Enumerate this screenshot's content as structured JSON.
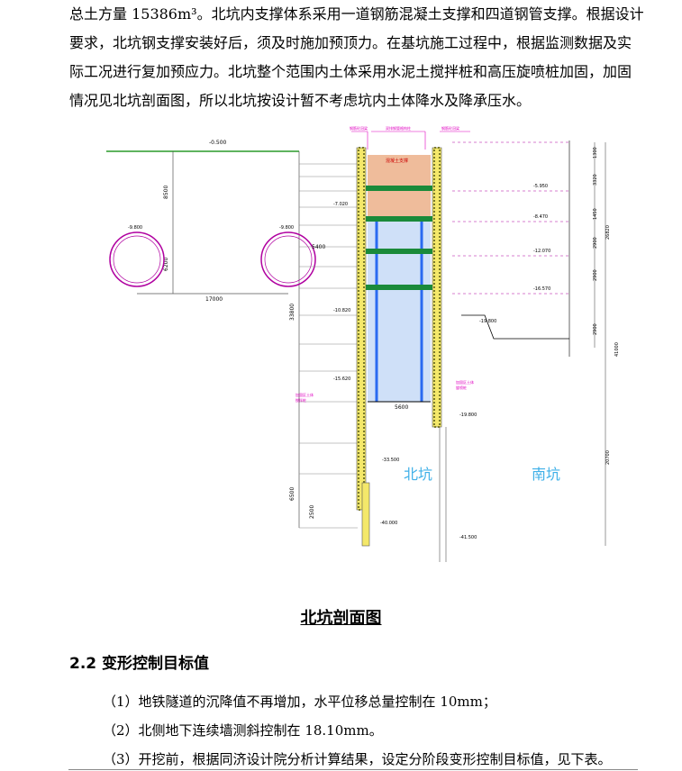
{
  "paragraph": {
    "lines": [
      "总土方量 15386m³。北坑内支撑体系采用一道钢筋混凝土支撑和四道钢管支撑。根据设计",
      "要求，北坑钢支撑安装好后，须及时施加预顶力。在基坑施工过程中，根据监测数据及实",
      "际工况进行复加预应力。北坑整个范围内土体采用水泥土搅拌桩和高压旋喷桩加固，加固",
      "情况见北坑剖面图，所以北坑按设计暂不考虑坑内土体降水及降承压水。"
    ]
  },
  "figure": {
    "labels": {
      "north_pit": "北坑",
      "south_pit": "南坑",
      "dim_17000": "17000",
      "dim_5400": "5400",
      "dim_5600": "5600",
      "dim_33800": "33800",
      "dim_6200": "6200",
      "dim_8500": "8500",
      "dim_6500": "6500",
      "dim_2500": "2500",
      "dim_26820": "26820",
      "dim_20700": "20700",
      "dim_41000": "41000",
      "elev_top": "-0.500",
      "elev_left_tunnel1": "-9.800",
      "elev_left_tunnel2": "-9.800",
      "elev_1": "-7.020",
      "elev_2": "-10.820",
      "elev_3": "-15.620",
      "elev_4": "-19.800",
      "elev_5": "-33.500",
      "elev_6": "-40.000",
      "elev_7": "-41.500",
      "right_dims": [
        "1300",
        "3320",
        "1450",
        "2900",
        "2900",
        "2900"
      ],
      "right_elevs": [
        "-5.950",
        "-8.470",
        "-12.070",
        "-16.570",
        "-19.800"
      ]
    }
  },
  "caption": "北坑剖面图",
  "section": {
    "number": "2.2",
    "title": "变形控制目标值",
    "heading": "2.2  变形控制目标值"
  },
  "items": [
    "（1）地铁隧道的沉降值不再增加，水平位移总量控制在 10mm；",
    "（2）北侧地下连续墙测斜控制在 18.10mm。",
    "（3）开挖前，根据同济设计院分析计算结果，设定分阶段变形控制目标值，见下表。"
  ],
  "colors": {
    "wall": "#7a7a2a",
    "strut_green": "#1a8a3a",
    "annotation_pink": "#e000c0",
    "soil_fill": "#e8a070",
    "water_blue": "#2a6af0",
    "section_text": "#3fb0e8"
  }
}
